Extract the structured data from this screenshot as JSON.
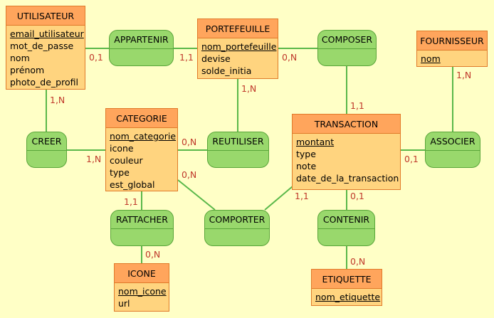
{
  "entities": {
    "utilisateur": {
      "title": "UTILISATEUR",
      "attrs": [
        "email_utilisateur",
        "mot_de_passe",
        "nom",
        "prénom",
        "photo_de_profil"
      ]
    },
    "portefeuille": {
      "title": "PORTEFEUILLE",
      "attrs": [
        "nom_portefeuille",
        "devise",
        "solde_initia"
      ]
    },
    "fournisseur": {
      "title": "FOURNISSEUR",
      "attrs": [
        "nom"
      ]
    },
    "categorie": {
      "title": "CATEGORIE",
      "attrs": [
        "nom_categorie",
        "icone",
        "couleur",
        "type",
        "est_global"
      ]
    },
    "transaction": {
      "title": "TRANSACTION",
      "attrs": [
        "montant",
        "type",
        "note",
        "date_de_la_transaction"
      ]
    },
    "icone": {
      "title": "ICONE",
      "attrs": [
        "nom_icone",
        "url"
      ]
    },
    "etiquette": {
      "title": "ETIQUETTE",
      "attrs": [
        "nom_etiquette"
      ]
    }
  },
  "relations": {
    "appartenir": "APPARTENIR",
    "composer": "COMPOSER",
    "creer": "CREER",
    "reutiliser": "REUTILISER",
    "associer": "ASSOCIER",
    "rattacher": "RATTACHER",
    "comporter": "COMPORTER",
    "contenir": "CONTENIR"
  },
  "cardinalities": {
    "utilisateur_appartenir": "0,1",
    "portefeuille_appartenir": "1,1",
    "portefeuille_composer": "0,N",
    "utilisateur_creer": "1,N",
    "categorie_creer": "1,N",
    "portefeuille_reutiliser": "1,N",
    "categorie_reutiliser": "0,N",
    "categorie_comporter": "0,N",
    "transaction_composer": "1,1",
    "fournisseur_associer": "1,N",
    "transaction_associer": "0,1",
    "categorie_rattacher": "1,1",
    "icone_rattacher": "0,N",
    "transaction_comporter": "1,1",
    "transaction_contenir": "0,1",
    "etiquette_contenir": "0,N"
  },
  "colors": {
    "background": "#ffffc6",
    "entity_fill": "#ffd47f",
    "entity_header": "#ffa55c",
    "entity_border": "#e07a2a",
    "relation_fill": "#99d86c",
    "relation_border": "#5aa63a",
    "line": "#5ab84a",
    "cardinality": "#c0392b"
  }
}
